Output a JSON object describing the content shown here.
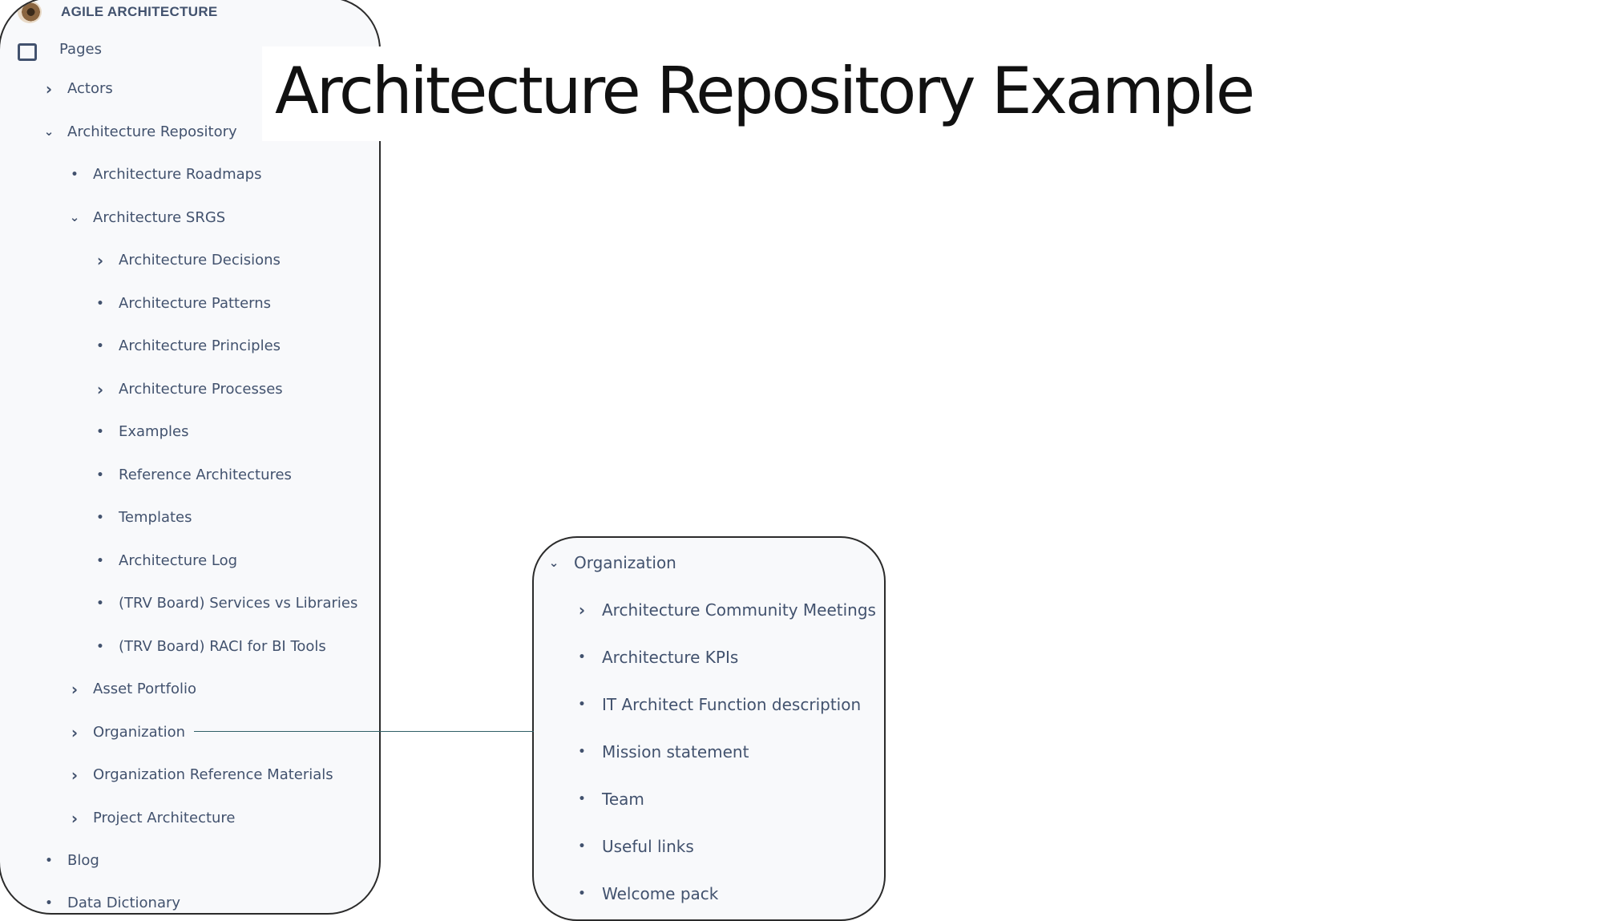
{
  "title": "Architecture Repository Example",
  "space": {
    "name": "AGILE ARCHITECTURE",
    "pages_label": "Pages"
  },
  "left_tree": [
    {
      "label": "Actors",
      "marker": "chevron-right"
    },
    {
      "label": "Architecture Repository",
      "marker": "chevron-down"
    },
    {
      "label": "Architecture Roadmaps",
      "marker": "bullet"
    },
    {
      "label": "Architecture SRGS",
      "marker": "chevron-down"
    },
    {
      "label": "Architecture Decisions",
      "marker": "chevron-right"
    },
    {
      "label": "Architecture Patterns",
      "marker": "bullet"
    },
    {
      "label": "Architecture Principles",
      "marker": "bullet"
    },
    {
      "label": "Architecture Processes",
      "marker": "chevron-right"
    },
    {
      "label": "Examples",
      "marker": "bullet"
    },
    {
      "label": "Reference Architectures",
      "marker": "bullet"
    },
    {
      "label": "Templates",
      "marker": "bullet"
    },
    {
      "label": "Architecture Log",
      "marker": "bullet"
    },
    {
      "label": "(TRV Board) Services vs Libraries",
      "marker": "bullet"
    },
    {
      "label": "(TRV Board) RACI for BI Tools",
      "marker": "bullet"
    },
    {
      "label": "Asset Portfolio",
      "marker": "chevron-right"
    },
    {
      "label": "Organization",
      "marker": "chevron-right"
    },
    {
      "label": "Organization Reference Materials",
      "marker": "chevron-right"
    },
    {
      "label": "Project Architecture",
      "marker": "chevron-right"
    },
    {
      "label": "Blog",
      "marker": "bullet"
    },
    {
      "label": "Data Dictionary",
      "marker": "bullet"
    }
  ],
  "right_tree": [
    {
      "label": "Organization",
      "marker": "chevron-down"
    },
    {
      "label": "Architecture Community Meetings",
      "marker": "chevron-right"
    },
    {
      "label": "Architecture KPIs",
      "marker": "bullet"
    },
    {
      "label": "IT Architect Function description",
      "marker": "bullet"
    },
    {
      "label": "Mission statement",
      "marker": "bullet"
    },
    {
      "label": "Team",
      "marker": "bullet"
    },
    {
      "label": "Useful links",
      "marker": "bullet"
    },
    {
      "label": "Welcome pack",
      "marker": "bullet"
    }
  ]
}
